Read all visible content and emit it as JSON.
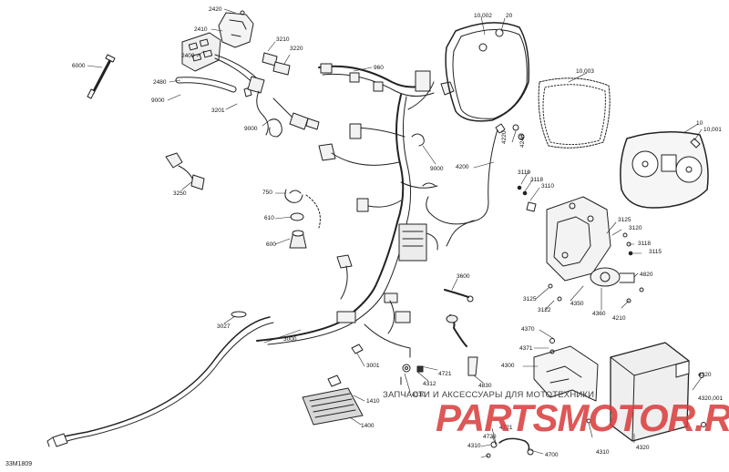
{
  "doc_id": "33M1809",
  "watermark": {
    "tagline": "ЗАПЧАСТИ И АКСЕССУАРЫ ДЛЯ МОТОТЕХНИКИ",
    "logo_text": "PARTSMOTOR.RU",
    "color": "#d93a3a"
  },
  "parts": [
    "2420",
    "2410",
    "2400",
    "6000",
    "2480",
    "9000",
    "3201",
    "3210",
    "3220",
    "9000",
    "960",
    "10,002",
    "20",
    "10,003",
    "10",
    "10,001",
    "4220",
    "4240",
    "9000",
    "4200",
    "3250",
    "750",
    "610",
    "600",
    "3119",
    "3118",
    "3110",
    "3125",
    "3120",
    "3118",
    "3115",
    "4820",
    "4210",
    "4360",
    "4350",
    "3125",
    "3122",
    "3600",
    "3027",
    "3000",
    "3001",
    "4721",
    "4312",
    "4310",
    "4830",
    "1410",
    "1400",
    "4370",
    "4371",
    "4300",
    "4320",
    "4320,001",
    "4721",
    "4720",
    "4310",
    "4700",
    "4310"
  ]
}
